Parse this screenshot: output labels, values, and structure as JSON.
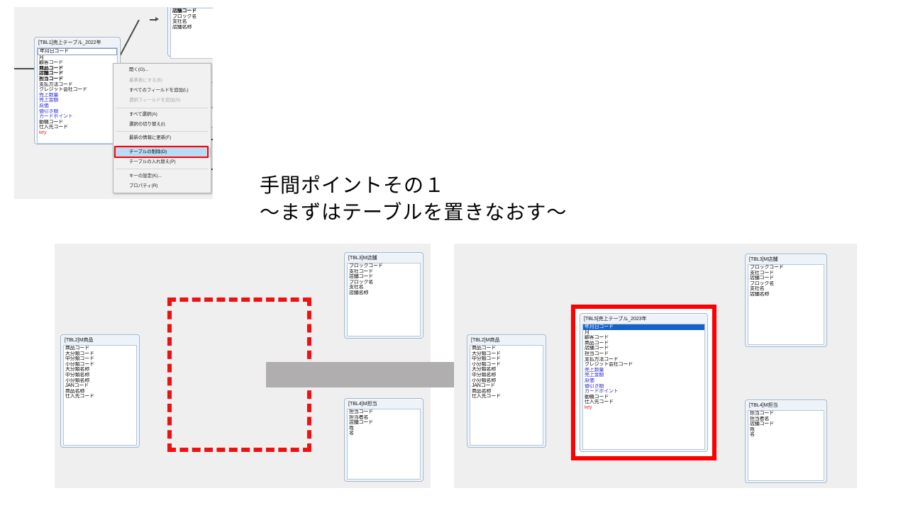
{
  "slide": {
    "title_line1": "手間ポイントその１",
    "title_line2": "〜まずはテーブルを置きなおす〜"
  },
  "colors": {
    "panel_bg": "#efefef",
    "table_header_bg": "#eef3f9",
    "table_border": "#9fb6cd",
    "highlight_red": "#ff0000",
    "dashed_red": "#ee1111",
    "selected_blue": "#1663c7",
    "field_blue": "#2a2ad8",
    "field_red": "#e03131",
    "arrow_gray": "#b0aeae",
    "menu_bg": "#f1f1f1",
    "menu_highlight": "#b9dcf4"
  },
  "top_screenshot": {
    "tbl1": {
      "caption": "[TBL1]売上テーブル_2022年",
      "fields": [
        {
          "label": "年月日コード",
          "style": "selwhite"
        },
        {
          "label": "月",
          "style": "normal"
        },
        {
          "label": "顧客コード",
          "style": "normal"
        },
        {
          "label": "商品コード",
          "style": "bold"
        },
        {
          "label": "店舗コード",
          "style": "bold"
        },
        {
          "label": "担当コード",
          "style": "bold"
        },
        {
          "label": "支払方法コード",
          "style": "normal"
        },
        {
          "label": "クレジット会社コード",
          "style": "normal"
        },
        {
          "label": "売上数量",
          "style": "blue"
        },
        {
          "label": "売上金額",
          "style": "blue"
        },
        {
          "label": "原価",
          "style": "blue"
        },
        {
          "label": "値引き額",
          "style": "blue"
        },
        {
          "label": "カードポイント",
          "style": "blue"
        },
        {
          "label": "動機コード",
          "style": "normal"
        },
        {
          "label": "仕入先コード",
          "style": "normal"
        },
        {
          "label": "key",
          "style": "red"
        }
      ]
    },
    "partial_table": {
      "fields": [
        {
          "label": "店舗コード",
          "style": "bold"
        },
        {
          "label": "ブロック名",
          "style": "normal"
        },
        {
          "label": "支社名",
          "style": "normal"
        },
        {
          "label": "店舗名称",
          "style": "normal"
        }
      ]
    },
    "context_menu": {
      "items": [
        {
          "label": "開く(O)...",
          "state": "normal"
        },
        {
          "label": "基準表にする(B)",
          "state": "disabled"
        },
        {
          "label": "すべてのフィールドを追加(L)",
          "state": "normal"
        },
        {
          "label": "選択フィールドを追加(S)",
          "state": "disabled"
        },
        {
          "label": "すべて選択(A)",
          "state": "normal",
          "sep_before": true
        },
        {
          "label": "選択の切り替え(I)",
          "state": "normal"
        },
        {
          "label": "最新の情報に更新(F)",
          "state": "normal",
          "sep_before": true
        },
        {
          "label": "テーブルの削除(D)",
          "state": "highlighted",
          "sep_before": true
        },
        {
          "label": "テーブルの入れ替え(P)",
          "state": "normal"
        },
        {
          "label": "キーの設定(K)...",
          "state": "normal",
          "sep_before": true
        },
        {
          "label": "プロパティ(R)",
          "state": "normal"
        }
      ]
    }
  },
  "panel_left": {
    "tbl2": {
      "caption": "[TBL2]M商品",
      "fields": [
        {
          "label": "商品コード",
          "style": "normal"
        },
        {
          "label": "大分類コード",
          "style": "normal"
        },
        {
          "label": "中分類コード",
          "style": "normal"
        },
        {
          "label": "小分類コード",
          "style": "normal"
        },
        {
          "label": "大分類名称",
          "style": "normal"
        },
        {
          "label": "中分類名称",
          "style": "normal"
        },
        {
          "label": "小分類名称",
          "style": "normal"
        },
        {
          "label": "JANコード",
          "style": "normal"
        },
        {
          "label": "商品名称",
          "style": "normal"
        },
        {
          "label": "仕入先コード",
          "style": "normal"
        }
      ]
    },
    "tbl3": {
      "caption": "[TBL3]M店舗",
      "fields": [
        {
          "label": "ブロックコード",
          "style": "normal"
        },
        {
          "label": "支社コード",
          "style": "normal"
        },
        {
          "label": "店舗コード",
          "style": "normal"
        },
        {
          "label": "ブロック名",
          "style": "normal"
        },
        {
          "label": "支社名",
          "style": "normal"
        },
        {
          "label": "店舗名称",
          "style": "normal"
        }
      ]
    },
    "tbl4": {
      "caption": "[TBL4]M担当",
      "fields": [
        {
          "label": "担当コード",
          "style": "normal"
        },
        {
          "label": "担当者名",
          "style": "normal"
        },
        {
          "label": "店舗コード",
          "style": "normal"
        },
        {
          "label": "姓",
          "style": "normal"
        },
        {
          "label": "名",
          "style": "normal"
        }
      ]
    },
    "empty_slot_note": "dashed-red-placeholder"
  },
  "panel_right": {
    "tbl2": {
      "caption": "[TBL2]M商品",
      "fields": [
        {
          "label": "商品コード",
          "style": "normal"
        },
        {
          "label": "大分類コード",
          "style": "normal"
        },
        {
          "label": "中分類コード",
          "style": "normal"
        },
        {
          "label": "小分類コード",
          "style": "normal"
        },
        {
          "label": "大分類名称",
          "style": "normal"
        },
        {
          "label": "中分類名称",
          "style": "normal"
        },
        {
          "label": "小分類名称",
          "style": "normal"
        },
        {
          "label": "JANコード",
          "style": "normal"
        },
        {
          "label": "商品名称",
          "style": "normal"
        },
        {
          "label": "仕入先コード",
          "style": "normal"
        }
      ]
    },
    "tbl5": {
      "caption": "[TBL5]売上テーブル_2023年",
      "fields": [
        {
          "label": "年月日コード",
          "style": "selected"
        },
        {
          "label": "月",
          "style": "normal"
        },
        {
          "label": "顧客コード",
          "style": "normal"
        },
        {
          "label": "商品コード",
          "style": "normal"
        },
        {
          "label": "店舗コード",
          "style": "normal"
        },
        {
          "label": "担当コード",
          "style": "normal"
        },
        {
          "label": "支払方法コード",
          "style": "normal"
        },
        {
          "label": "クレジット会社コード",
          "style": "normal"
        },
        {
          "label": "売上数量",
          "style": "blue"
        },
        {
          "label": "売上金額",
          "style": "blue"
        },
        {
          "label": "原価",
          "style": "blue"
        },
        {
          "label": "値引き額",
          "style": "blue"
        },
        {
          "label": "カードポイント",
          "style": "blue"
        },
        {
          "label": "動機コード",
          "style": "normal"
        },
        {
          "label": "仕入先コード",
          "style": "normal"
        },
        {
          "label": "key",
          "style": "red"
        }
      ]
    },
    "tbl3": {
      "caption": "[TBL3]M店舗",
      "fields": [
        {
          "label": "ブロックコード",
          "style": "normal"
        },
        {
          "label": "支社コード",
          "style": "normal"
        },
        {
          "label": "店舗コード",
          "style": "normal"
        },
        {
          "label": "ブロック名",
          "style": "normal"
        },
        {
          "label": "支社名",
          "style": "normal"
        },
        {
          "label": "店舗名称",
          "style": "normal"
        }
      ]
    },
    "tbl4": {
      "caption": "[TBL4]M担当",
      "fields": [
        {
          "label": "担当コード",
          "style": "normal"
        },
        {
          "label": "担当者名",
          "style": "normal"
        },
        {
          "label": "店舗コード",
          "style": "normal"
        },
        {
          "label": "姓",
          "style": "normal"
        },
        {
          "label": "名",
          "style": "normal"
        }
      ]
    }
  }
}
